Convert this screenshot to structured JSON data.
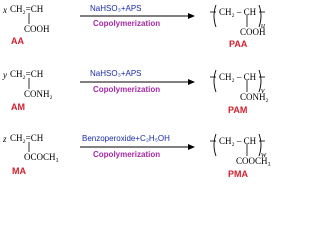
{
  "reactions": [
    {
      "coef": "x",
      "monomer_top": "CH₂=CH",
      "monomer_sub": "COOH",
      "monomer_label": "AA",
      "reagent": "NaHSO₃+APS",
      "process": "Copolymerization",
      "polymer_chain": "CH₂ – CH",
      "polymer_sub": "COOH",
      "polymer_index": "u",
      "polymer_label": "PAA"
    },
    {
      "coef": "y",
      "monomer_top": "CH₂=CH",
      "monomer_sub": "CONH₂",
      "monomer_label": "AM",
      "reagent": "NaHSO₃+APS",
      "process": "Copolymerization",
      "polymer_chain": "CH₂ – CH",
      "polymer_sub": "CONH₂",
      "polymer_index": "v",
      "polymer_label": "PAM"
    },
    {
      "coef": "z",
      "monomer_top": "CH₂=CH",
      "monomer_sub": "OCOCH₃",
      "monomer_label": "MA",
      "reagent": "Benzoperoxide+C₂H₅OH",
      "process": "Copolymerization",
      "polymer_chain": "CH₂ – CH",
      "polymer_sub": "COOCH₃",
      "polymer_index": "w",
      "polymer_label": "PMA"
    }
  ],
  "colors": {
    "label": "#d1202e",
    "reagent": "#1a2ca8",
    "process": "#a52aa6"
  }
}
